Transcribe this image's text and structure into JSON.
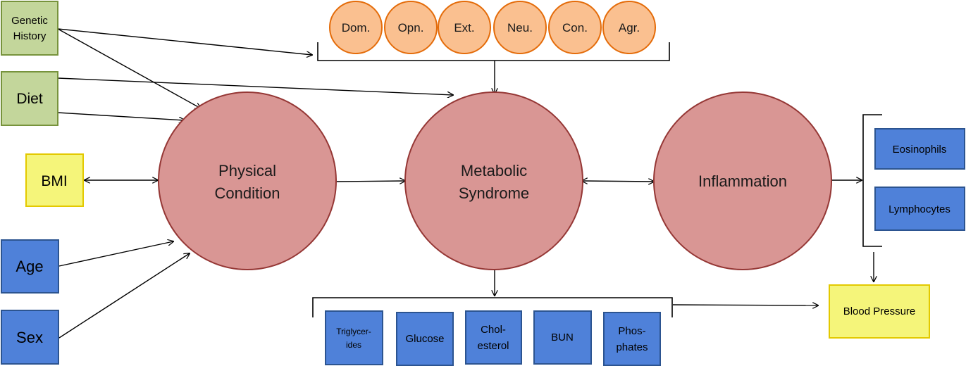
{
  "colors": {
    "green_fill": "#c3d69b",
    "green_stroke": "#77933c",
    "yellow_fill": "#f5f57a",
    "yellow_stroke": "#e3c900",
    "blue_fill": "#4f81d9",
    "blue_stroke": "#2c5490",
    "big_circle_fill": "#d99694",
    "big_circle_stroke": "#953735",
    "small_circle_fill": "#fac090",
    "small_circle_stroke": "#e46c0a"
  },
  "inputs": {
    "genetic_history": [
      "Genetic",
      "History"
    ],
    "diet": "Diet",
    "bmi": "BMI",
    "age": "Age",
    "sex": "Sex"
  },
  "traits": [
    "Dom.",
    "Opn.",
    "Ext.",
    "Neu.",
    "Con.",
    "Agr."
  ],
  "nodes": {
    "physical_condition": [
      "Physical",
      "Condition"
    ],
    "metabolic_syndrome": [
      "Metabolic",
      "Syndrome"
    ],
    "inflammation": "Inflammation"
  },
  "inflammation_markers": [
    "Eosinophils",
    "Lymphocytes"
  ],
  "metabolic_markers": {
    "triglycerides": [
      "Triglycer-",
      "ides"
    ],
    "glucose": "Glucose",
    "cholesterol": [
      "Chol-",
      "esterol"
    ],
    "bun": "BUN",
    "phosphates": [
      "Phos-",
      "phates"
    ]
  },
  "blood_pressure": "Blood Pressure"
}
